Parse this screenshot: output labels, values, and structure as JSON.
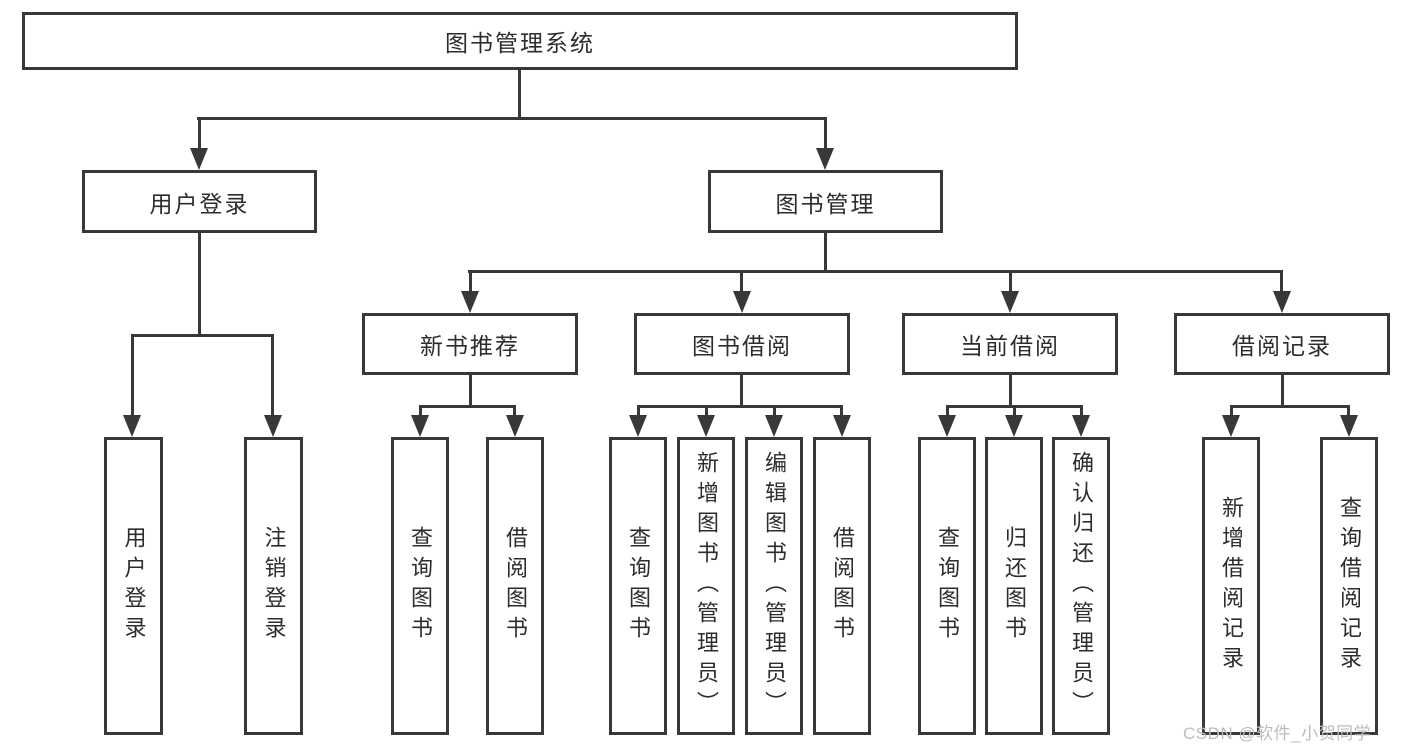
{
  "diagram_type": "hierarchy-tree",
  "root": {
    "label": "图书管理系统"
  },
  "branches": {
    "user_login": {
      "label": "用户登录",
      "children": [
        {
          "label": "用户登录"
        },
        {
          "label": "注销登录"
        }
      ]
    },
    "book_mgmt": {
      "label": "图书管理",
      "children": [
        {
          "label": "新书推荐",
          "children": [
            {
              "label": "查询图书"
            },
            {
              "label": "借阅图书"
            }
          ]
        },
        {
          "label": "图书借阅",
          "children": [
            {
              "label": "查询图书"
            },
            {
              "label": "新增图书（管理员）"
            },
            {
              "label": "编辑图书（管理员）"
            },
            {
              "label": "借阅图书"
            }
          ]
        },
        {
          "label": "当前借阅",
          "children": [
            {
              "label": "查询图书"
            },
            {
              "label": "归还图书"
            },
            {
              "label": "确认归还（管理员）"
            }
          ]
        },
        {
          "label": "借阅记录",
          "children": [
            {
              "label": "新增借阅记录"
            },
            {
              "label": "查询借阅记录"
            }
          ]
        }
      ]
    }
  },
  "watermark": {
    "text": "CSDN @软件_小贺同学"
  },
  "colors": {
    "line": "#383838",
    "text": "#2d2d2d",
    "background": "#ffffff",
    "watermark": "#b9bdc3"
  }
}
